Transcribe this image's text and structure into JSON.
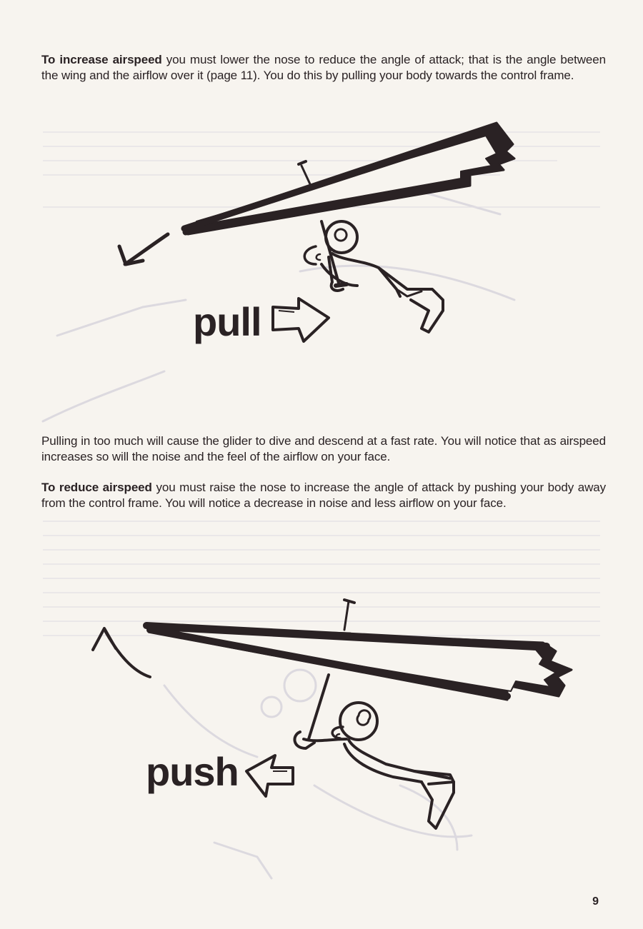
{
  "paragraphs": {
    "increase": {
      "lead": "To increase airspeed",
      "body": " you must lower the nose to reduce the angle of attack; that is the angle between the wing and the airflow over it (page 11). You do this by pulling your body towards the control frame."
    },
    "pulling": {
      "body": "Pulling in too much will cause the glider to dive and descend at a fast rate. You will notice that as airspeed increases so will the noise and the feel of the airflow on your face."
    },
    "reduce": {
      "lead": "To reduce airspeed",
      "body": " you must raise the nose to increase the angle of attack by pushing your body away from the control frame. You will notice a decrease in noise and less airflow on your face."
    }
  },
  "illustrations": {
    "pull_label": "pull",
    "push_label": "push"
  },
  "page": {
    "number": "9"
  },
  "colors": {
    "paper": "#f7f4ef",
    "ink": "#2a2224",
    "showthrough": "#d9d6dc"
  }
}
